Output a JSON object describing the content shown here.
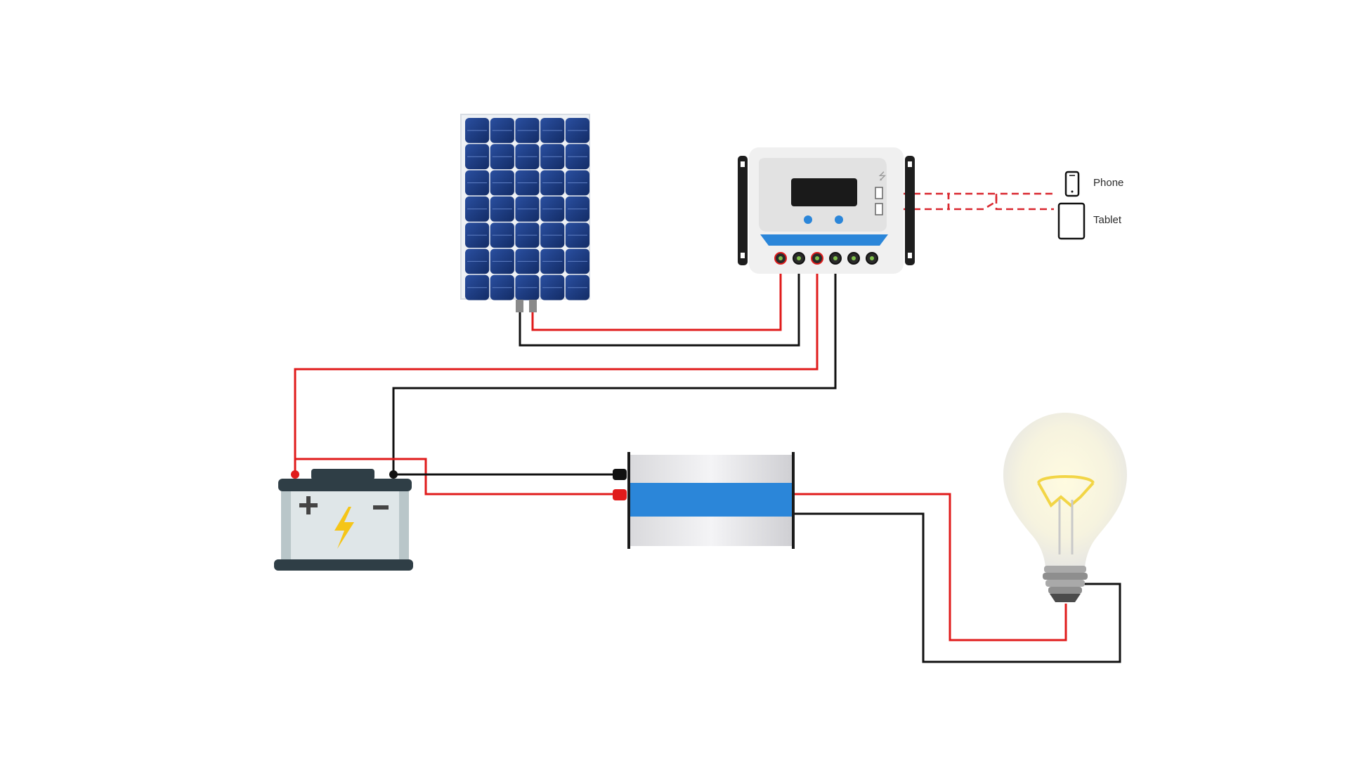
{
  "devices": [
    {
      "id": "phone",
      "label": "Phone"
    },
    {
      "id": "tablet",
      "label": "Tablet"
    }
  ],
  "components": [
    "solar-panel-icon",
    "charge-controller-icon",
    "battery-icon",
    "inverter-icon",
    "light-bulb-icon",
    "phone-icon",
    "tablet-icon"
  ],
  "colors": {
    "positive_wire": "#e01b1b",
    "negative_wire": "#111111",
    "usb_link": "#d9262e",
    "panel_cell": "#1f3f86",
    "accent_blue": "#2b86d9",
    "battery_dark": "#2f3e46",
    "bolt": "#f5c518"
  }
}
